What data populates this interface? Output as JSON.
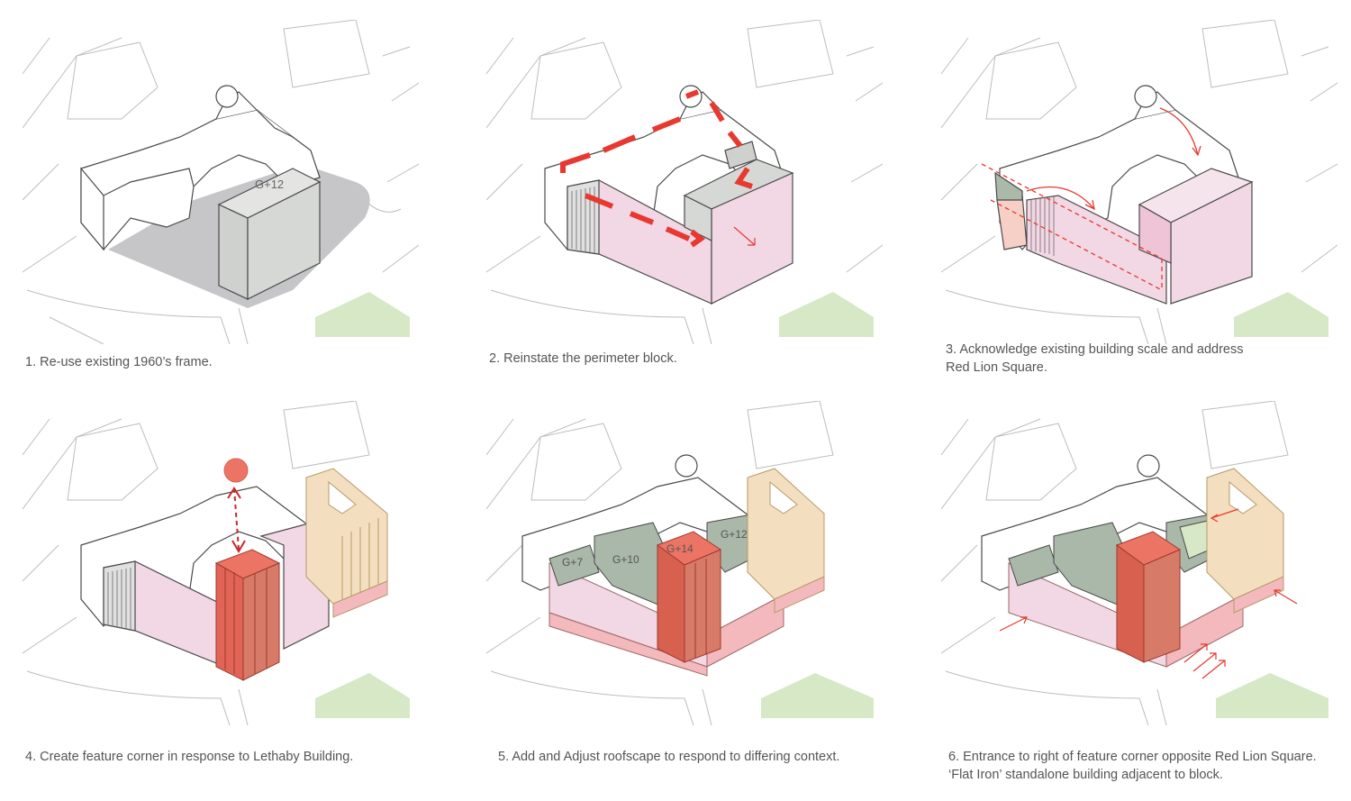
{
  "colors": {
    "line": "#bdbdbd",
    "outline": "#4a4a4a",
    "grey_mass": "#d6d8d6",
    "shadow": "#c6c6c9",
    "pink": "#f2d7e4",
    "pink_dark": "#eec4d6",
    "red": "#e8382f",
    "red_block": "#ec7465",
    "red_block_dark": "#d8604f",
    "green_roof": "#a9b8a8",
    "green_park": "#d7e8c6",
    "tan": "#f3dfbf",
    "base_pink": "#f4b9bd"
  },
  "panels": [
    {
      "id": "p1",
      "caption_lines": [
        "1. Re-use existing 1960’s frame."
      ],
      "labels": [
        "G+12"
      ]
    },
    {
      "id": "p2",
      "caption_lines": [
        "2. Reinstate the perimeter block."
      ],
      "labels": []
    },
    {
      "id": "p3",
      "caption_lines": [
        "3. Acknowledge existing building scale and address",
        "Red Lion Square."
      ],
      "labels": []
    },
    {
      "id": "p4",
      "caption_lines": [
        "4. Create feature corner in response to Lethaby Building."
      ],
      "labels": []
    },
    {
      "id": "p5",
      "caption_lines": [
        "5. Add and Adjust roofscape to respond to differing context."
      ],
      "labels": [
        "G+7",
        "G+10",
        "G+14",
        "G+12"
      ]
    },
    {
      "id": "p6",
      "caption_lines": [
        "6. Entrance to right of feature corner opposite Red Lion Square.",
        "‘Flat Iron’ standalone building adjacent to block."
      ],
      "labels": []
    }
  ]
}
